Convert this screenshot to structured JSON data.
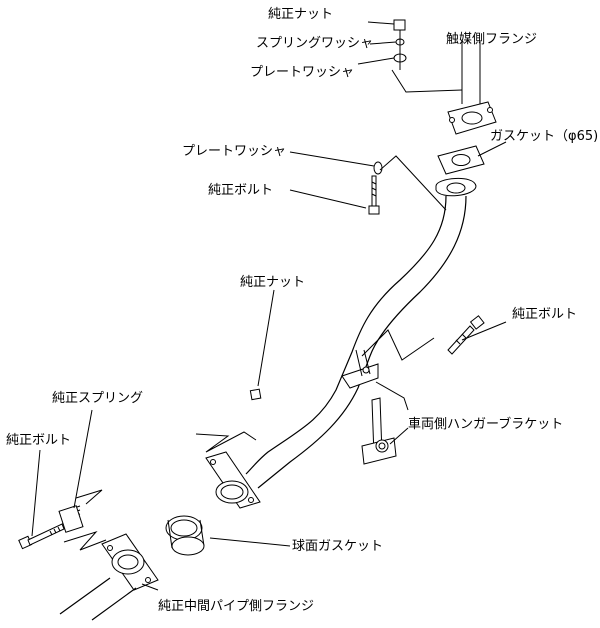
{
  "labels": {
    "genuine_nut_top": "純正ナット",
    "spring_washer": "スプリングワッシャ",
    "plate_washer_top": "プレートワッシャ",
    "catalyst_flange": "触媒側フランジ",
    "gasket_65": "ガスケット（φ65)",
    "plate_washer_mid": "プレートワッシャ",
    "genuine_bolt_mid": "純正ボルト",
    "genuine_nut_mid": "純正ナット",
    "genuine_bolt_right": "純正ボルト",
    "genuine_spring": "純正スプリング",
    "vehicle_hanger_bracket": "車両側ハンガーブラケット",
    "genuine_bolt_left": "純正ボルト",
    "spherical_gasket": "球面ガスケット",
    "center_pipe_flange": "純正中間パイプ側フランジ"
  }
}
